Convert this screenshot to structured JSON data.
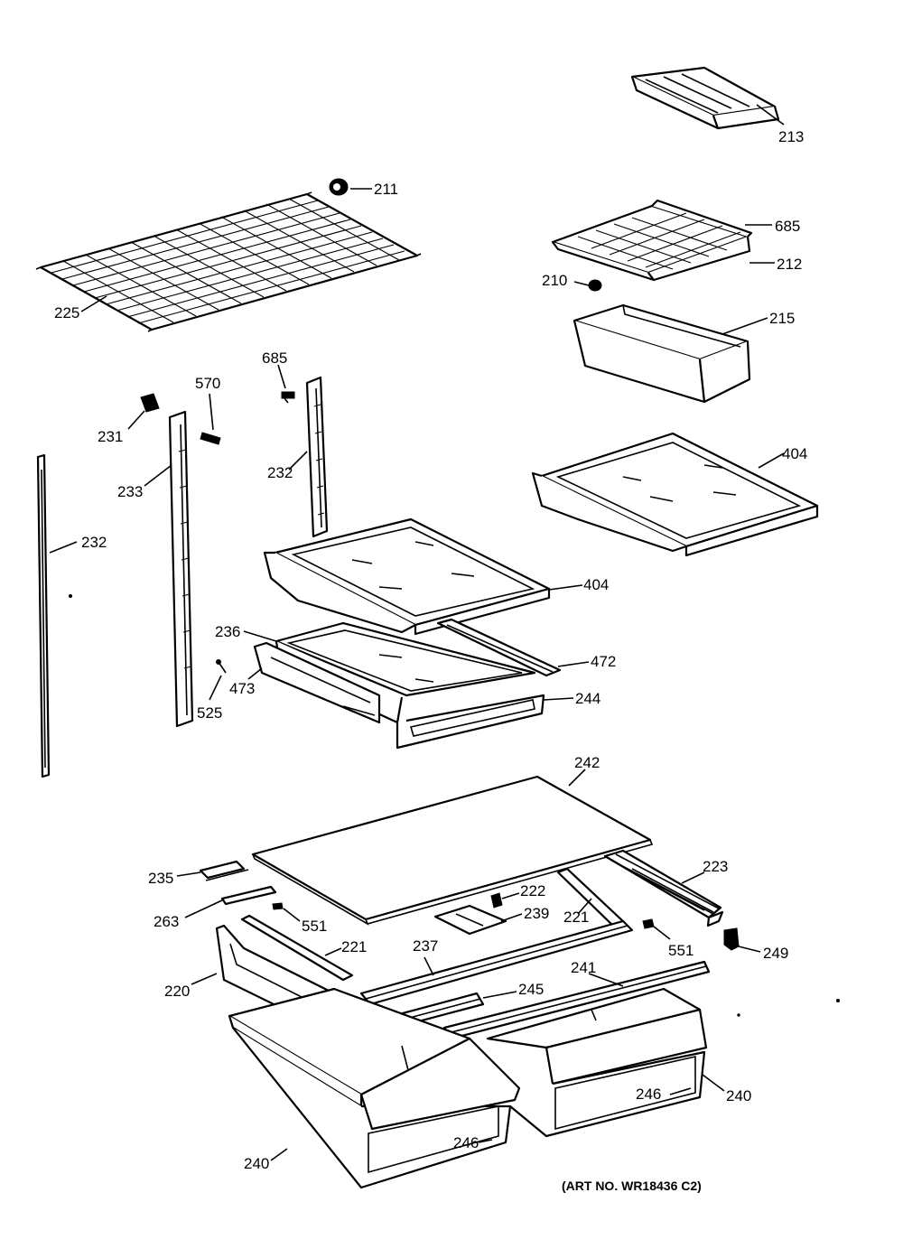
{
  "labels": {
    "p213": "213",
    "p211": "211",
    "p685a": "685",
    "p212": "212",
    "p210": "210",
    "p215": "215",
    "p225": "225",
    "p685b": "685",
    "p570": "570",
    "p231": "231",
    "p233": "233",
    "p232a": "232",
    "p232b": "232",
    "p404a": "404",
    "p404b": "404",
    "p236": "236",
    "p472": "472",
    "p473": "473",
    "p525": "525",
    "p244": "244",
    "p242": "242",
    "p235": "235",
    "p223": "223",
    "p222": "222",
    "p263": "263",
    "p551a": "551",
    "p239": "239",
    "p221a": "221",
    "p221b": "221",
    "p237": "237",
    "p551b": "551",
    "p249": "249",
    "p220": "220",
    "p245": "245",
    "p241": "241",
    "p246a": "246",
    "p246b": "246",
    "p240a": "240",
    "p240b": "240"
  },
  "art_number": "(ART NO. WR18436 C2)"
}
